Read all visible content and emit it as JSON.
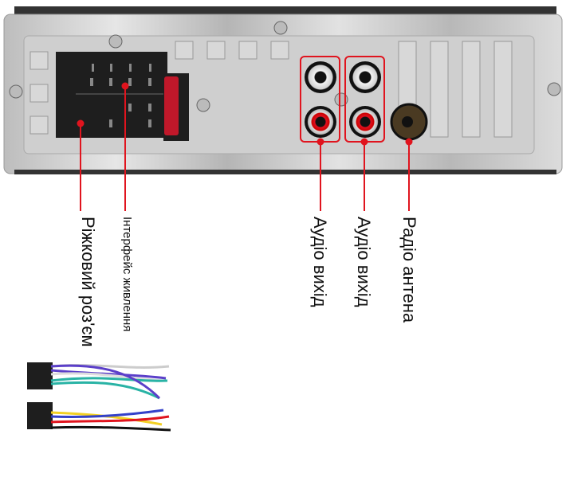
{
  "labels": {
    "horn_connector": "Ріжковий роз'єм",
    "power_interface": "Інтерфейс живлення",
    "audio_out_1": "Аудіо вихід",
    "audio_out_2": "Аудіо вихід",
    "radio_antenna": "Радіо антена"
  },
  "colors": {
    "accent_red": "#e0141e",
    "chassis": "#c8c8c8",
    "connector": "#1e1e1e"
  }
}
